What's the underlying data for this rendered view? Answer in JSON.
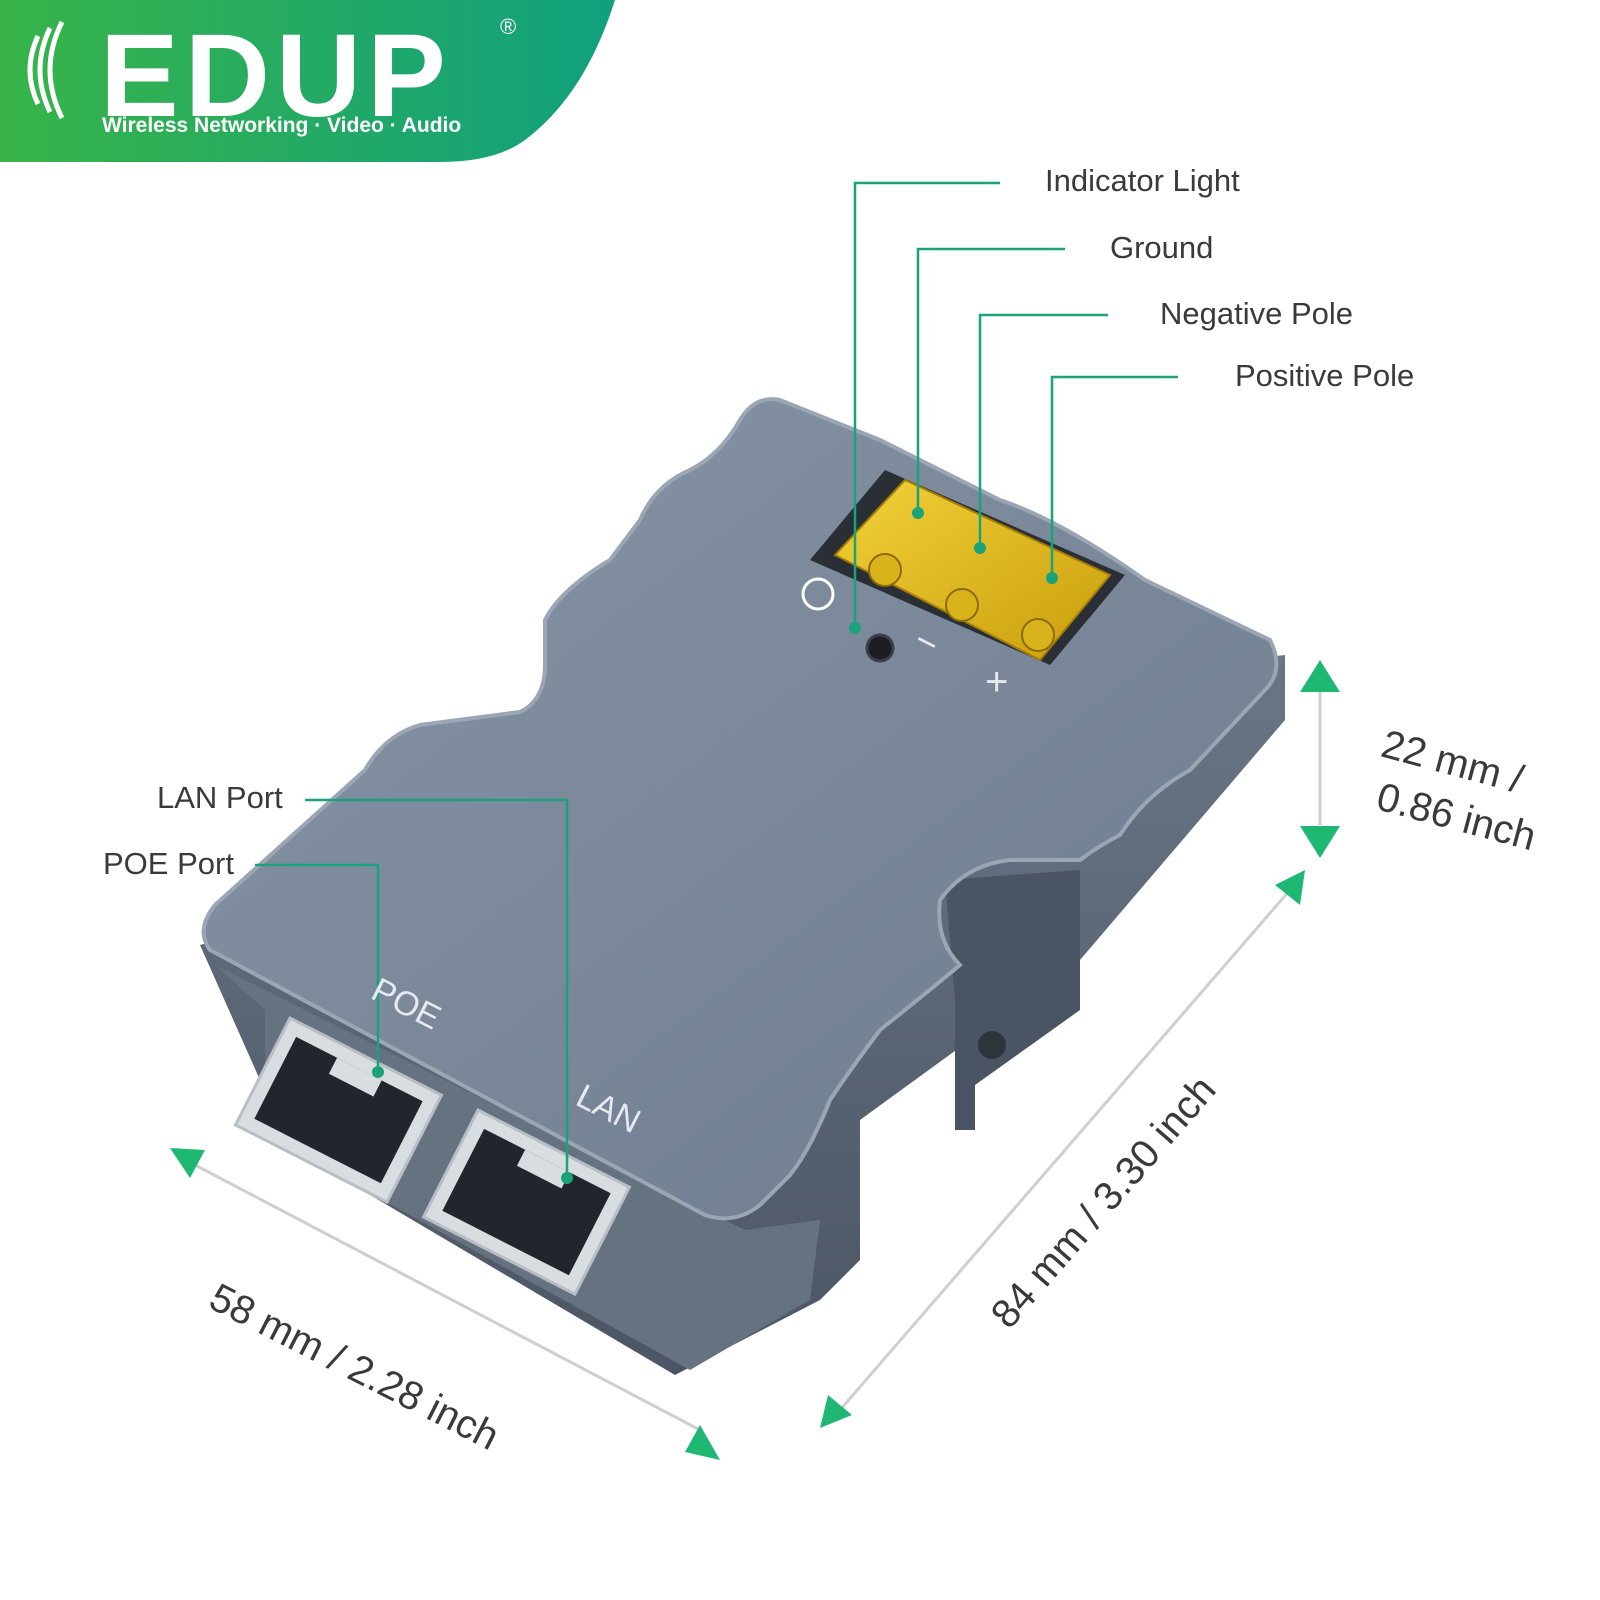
{
  "brand": {
    "name": "EDUP",
    "registered": "®",
    "tagline": "Wireless Networking  · Video · Audio",
    "colors": {
      "green_start": "#35b24a",
      "green_end": "#12a37f"
    }
  },
  "callouts": {
    "indicator_light": "Indicator Light",
    "ground": "Ground",
    "negative_pole": "Negative Pole",
    "positive_pole": "Positive Pole",
    "lan_port": "LAN Port",
    "poe_port": "POE Port"
  },
  "device_labels": {
    "poe": "POE",
    "lan": "LAN",
    "minus": "−",
    "plus": "+"
  },
  "dimensions": {
    "width": "58 mm / 2.28 inch",
    "length": "84 mm / 3.30 inch",
    "height_line1": "22 mm /",
    "height_line2": "0.86 inch"
  },
  "colors": {
    "leader": "#1aa37a",
    "arrow": "#1fb872",
    "device_top": "#7c8a9c",
    "device_side": "#5c6878",
    "terminal": "#e8c21a"
  }
}
